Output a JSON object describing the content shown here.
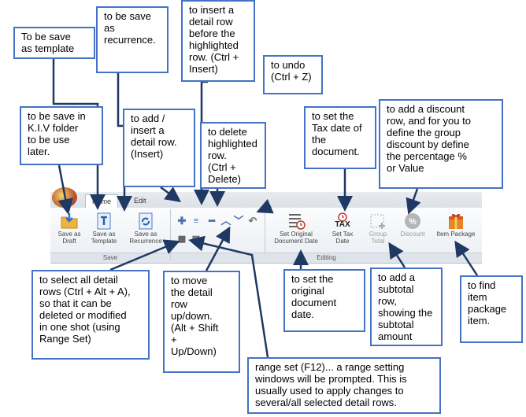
{
  "ribbon": {
    "tabs": [
      {
        "label": "Home"
      },
      {
        "label": "Edit"
      }
    ],
    "groups": {
      "save": "Save",
      "editing": "Editing"
    },
    "buttons": {
      "save_as_draft": "Save as\nDraft",
      "save_as_template": "Save as\nTemplate",
      "save_as_recurrence": "Save as\nRecurrence",
      "set_original_document_date": "Set Original\nDocument Date",
      "set_tax_date": "Set Tax\nDate",
      "group_total": "Group\nTotal",
      "discount": "Discount",
      "item_package": "Item Package",
      "tax_icon_text": "TAX"
    }
  },
  "callouts": {
    "template": "To be save\nas template",
    "recurrence": "to be save\nas\nrecurrence.",
    "insert_before": "to insert a\ndetail row\nbefore the\nhighlighted\nrow. (Ctrl +\nInsert)",
    "undo": "to undo\n(Ctrl + Z)",
    "kiv": "to be save in\nK.I.V folder\nto be use\nlater.",
    "add_insert": "to add /\ninsert a\ndetail row.\n(Insert)",
    "delete": "to delete\nhighlighted\nrow.\n(Ctrl +\nDelete)",
    "tax_date": "to set the\nTax date of\nthe\ndocument.",
    "discount": "to add a discount\nrow, and  for you to\ndefine the group\ndiscount by define\nthe percentage %\nor Value",
    "select_all": "to select all detail\nrows (Ctrl + Alt + A),\nso that it can be\ndeleted or modified\nin one shot (using\nRange Set)",
    "move": "to move\nthe detail\nrow\nup/down.\n(Alt + Shift\n+\nUp/Down)",
    "original_date": "to set the\noriginal\ndocument\ndate.",
    "subtotal": "to add a\nsubtotal\nrow,\nshowing the\nsubtotal\namount",
    "item_package": "to find\nitem\npackage\nitem.",
    "range_set": "range set (F12)... a range setting\nwindows will be prompted. This is\nusually used to apply changes to\nseveral/all selected detail rows."
  },
  "colors": {
    "callout_border": "#4472c4",
    "arrow": "#1f3864"
  }
}
